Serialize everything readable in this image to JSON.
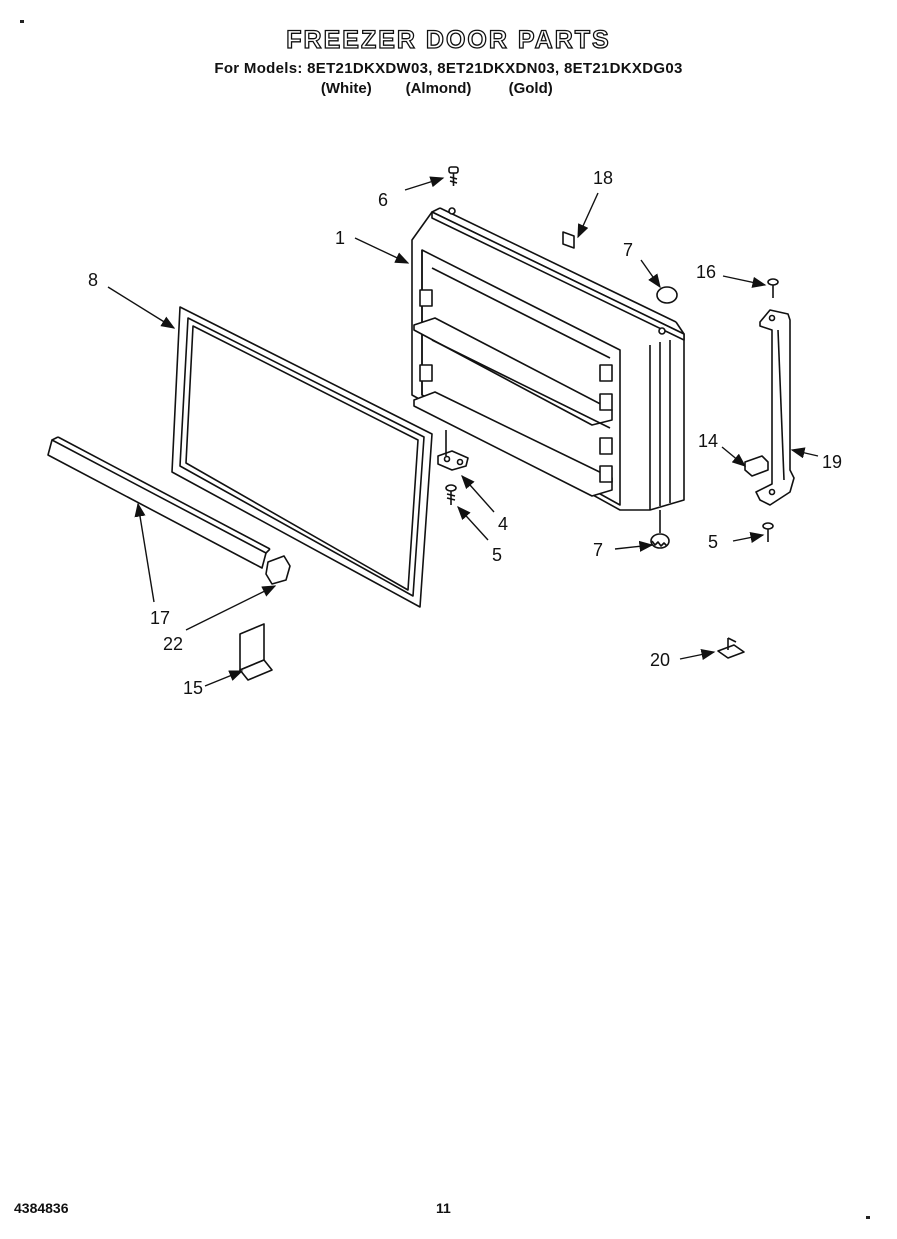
{
  "header": {
    "title": "FREEZER DOOR PARTS",
    "models_line": "For Models: 8ET21DKXDW03, 8ET21DKXDN03, 8ET21DKXDG03",
    "colors": [
      "(White)",
      "(Almond)",
      "(Gold)"
    ]
  },
  "callouts": {
    "c1": "1",
    "c4": "4",
    "c5a": "5",
    "c5b": "5",
    "c6": "6",
    "c7a": "7",
    "c7b": "7",
    "c8": "8",
    "c14": "14",
    "c15": "15",
    "c16": "16",
    "c17": "17",
    "c18": "18",
    "c19": "19",
    "c20": "20",
    "c22": "22"
  },
  "footer": {
    "doc_number": "4384836",
    "page_number": "11"
  }
}
